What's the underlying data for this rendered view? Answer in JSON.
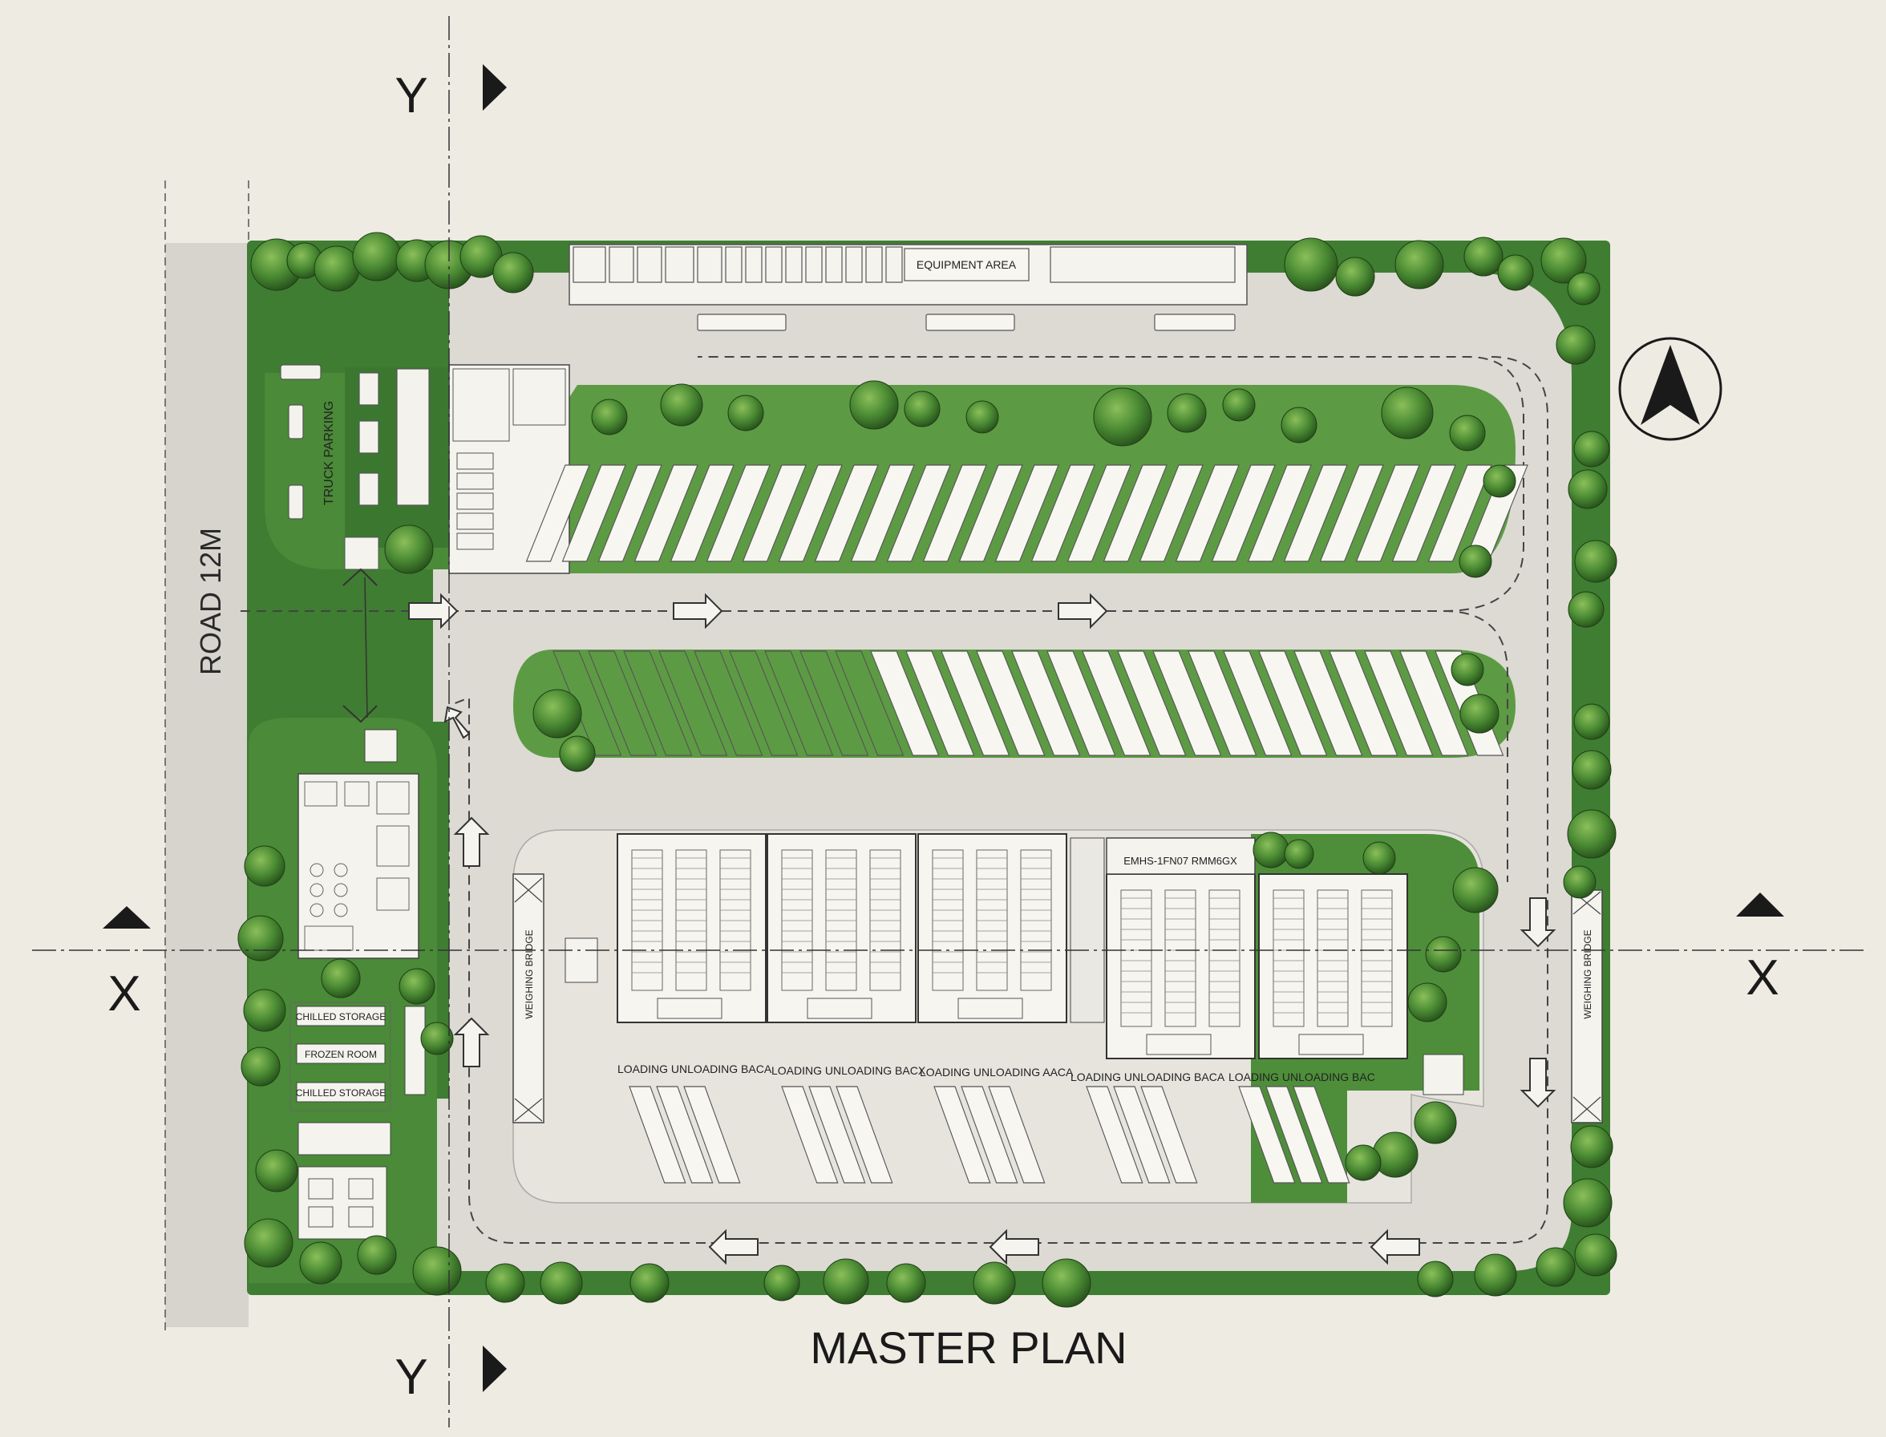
{
  "title": "MASTER PLAN",
  "road_label": "ROAD 12M",
  "section_markers": {
    "x_left": "X",
    "x_right": "X",
    "y_top": "Y",
    "y_bottom": "Y"
  },
  "labels": {
    "equipment_area": "EQUIPMENT AREA",
    "truck_parking": "TRUCK PARKING",
    "weighing_bridge_left": "WEIGHING BRIDGE",
    "weighing_bridge_right": "WEIGHING BRIDGE",
    "chilled_storage_1": "CHILLED STORAGE",
    "frozen_room": "FROZEN ROOM",
    "chilled_storage_2": "CHILLED STORAGE",
    "warehouse_header": "EMHS-1FN07 RMM6GX",
    "loading_bays": [
      "LOADING UNLOADING BACA",
      "LOADING UNLOADING BACX",
      "LOADING UNLOADING AACA",
      "LOADING UNLOADING BACA",
      "LOADING UNLOADING BAC"
    ]
  },
  "colors": {
    "paper": "#eeebe3",
    "grass": "#3f7d32",
    "grass_dark": "#2c5a22",
    "road": "#d9d7d0",
    "ink": "#2a2a2a"
  },
  "icons": {
    "north_arrow": "north-arrow-icon",
    "section_arrow": "triangle-arrow-icon",
    "tree": "tree-icon"
  }
}
